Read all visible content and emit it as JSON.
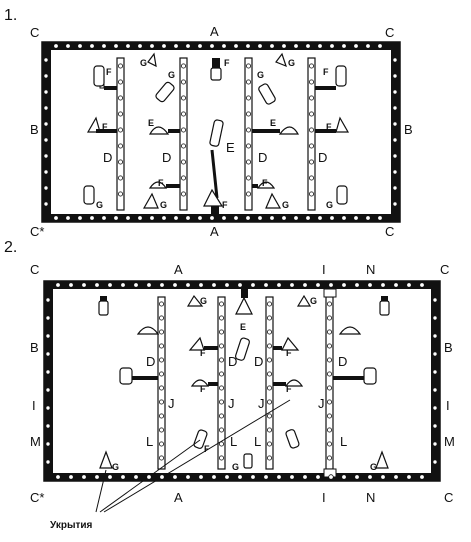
{
  "diagram1": {
    "number": "1.",
    "corners": {
      "top_left": "C",
      "top_right": "C",
      "bottom_left": "C*",
      "bottom_right": "C"
    },
    "labels": {
      "top": "A",
      "bottom": "A",
      "left": "B",
      "right": "B"
    },
    "zones": {
      "d": "D",
      "e": "E"
    },
    "items": {
      "f": "F",
      "g": "G",
      "e": "E"
    }
  },
  "diagram2": {
    "number": "2.",
    "corners": {
      "top_left": "C",
      "top_right": "C",
      "bottom_left": "C*",
      "bottom_right": "C"
    },
    "labels": {
      "top_a": "A",
      "top_i": "I",
      "top_n": "N",
      "bottom_a": "A",
      "bottom_i": "I",
      "bottom_n": "N",
      "left_b": "B",
      "left_i": "I",
      "left_m": "M",
      "right_b": "B",
      "right_i": "I",
      "right_m": "M"
    },
    "zones": {
      "d": "D",
      "j": "J",
      "l": "L"
    },
    "items": {
      "f": "F",
      "g": "G",
      "e": "E"
    },
    "caption": "Укрытия"
  },
  "colors": {
    "ink": "#111111",
    "paper": "#ffffff",
    "shade": "#9a9a9a"
  }
}
